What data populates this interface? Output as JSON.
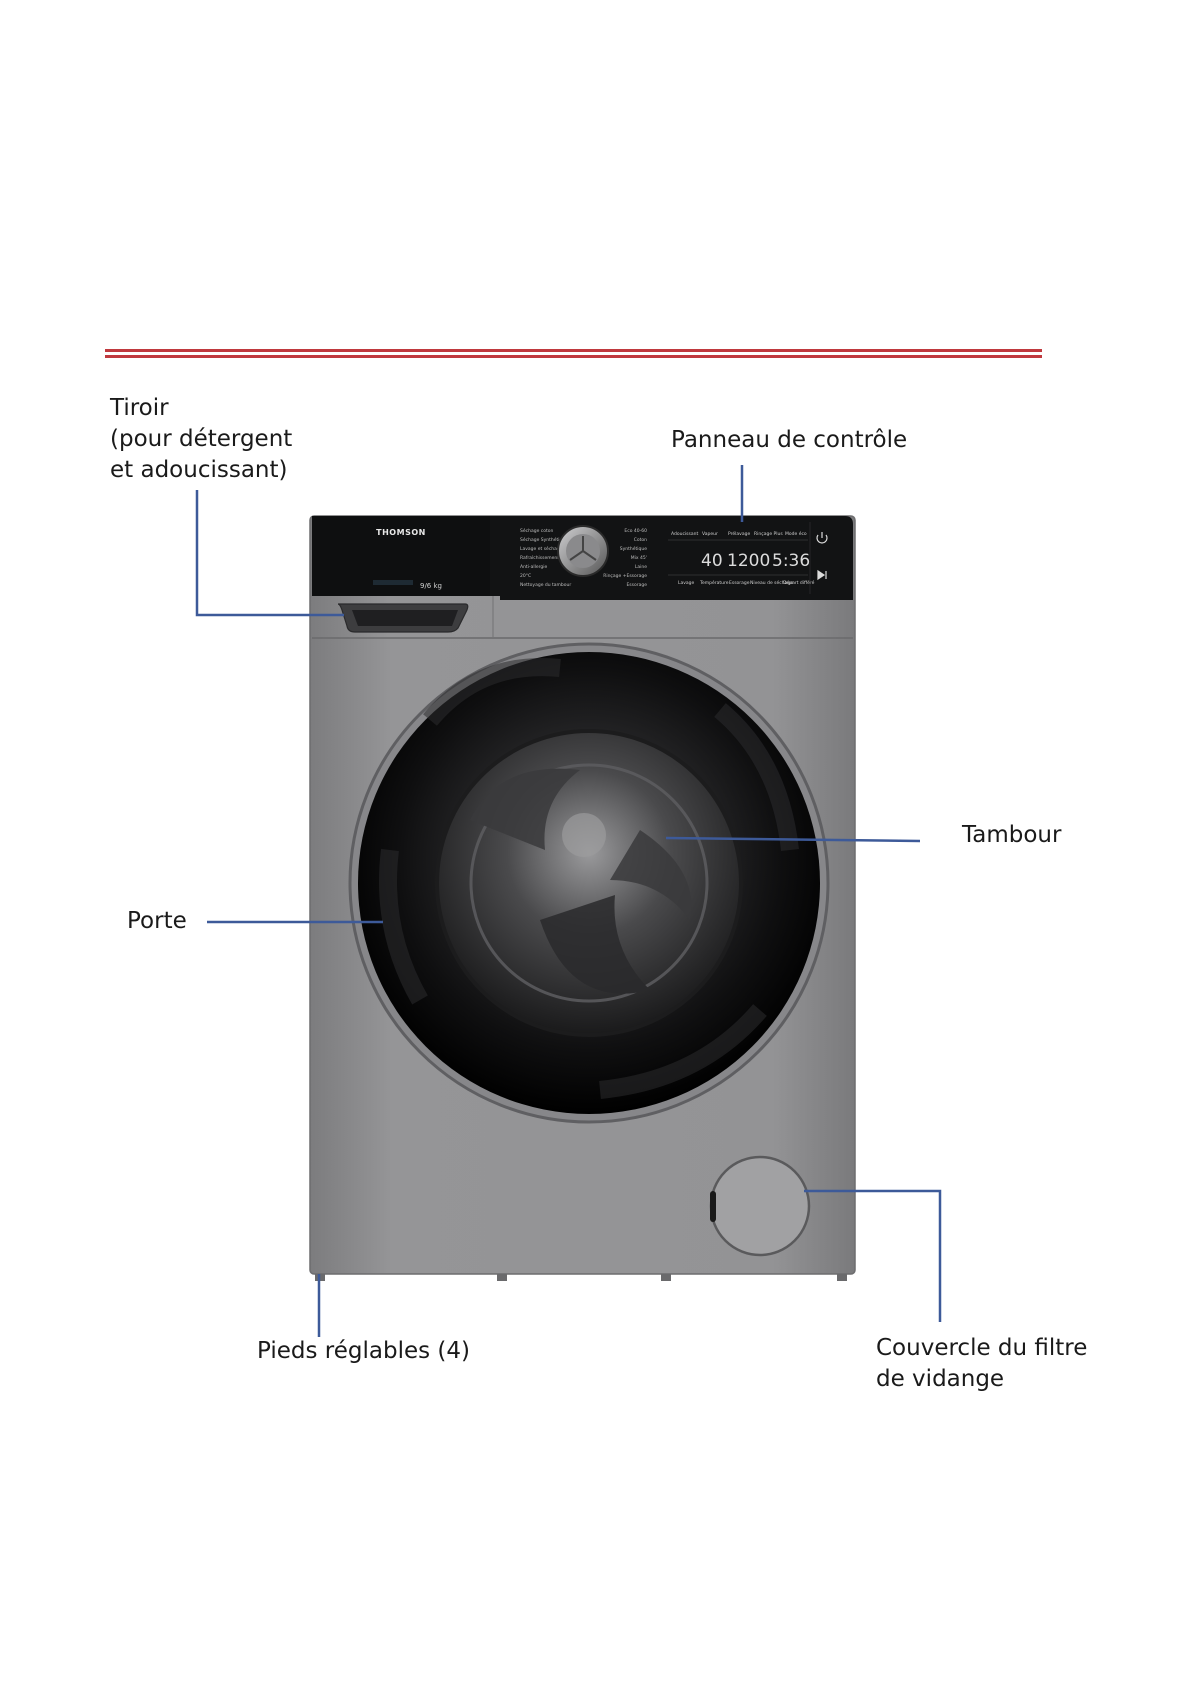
{
  "colors": {
    "rule": "#c0393e",
    "leader": "#3d5a99",
    "body": "#8e8e90",
    "panel": "#121314",
    "door": "#0d0d0e"
  },
  "brand": "THOMSON",
  "capacity": "9/6 kg",
  "labels": {
    "drawer": "Tiroir\n(pour détergent\net adoucissant)",
    "control_panel": "Panneau de contrôle",
    "drum": "Tambour",
    "door": "Porte",
    "feet": "Pieds réglables (4)",
    "filter_cover": "Couvercle du filtre\nde vidange"
  },
  "display": {
    "temp": "40",
    "spin": "1200",
    "time": "5:36"
  },
  "programs_left": [
    "Séchage coton",
    "Séchage Synthétique",
    "Lavage et séchage",
    "Rafraîchissement",
    "Anti-allergie",
    "20°C",
    "Nettoyage du tambour"
  ],
  "programs_right": [
    "Eco 40-60",
    "Coton",
    "Synthétique",
    "Mix 45'",
    "Laine",
    "Rinçage +Essorage",
    "Essorage"
  ],
  "panel_top_buttons": [
    "Adoucissant",
    "Vapeur",
    "Prélavage",
    "Rinçage Plus",
    "Mode éco"
  ],
  "panel_bottom_buttons": [
    "Lavage",
    "Température",
    "Essorage",
    "Niveau de séchage",
    "Départ différé"
  ]
}
